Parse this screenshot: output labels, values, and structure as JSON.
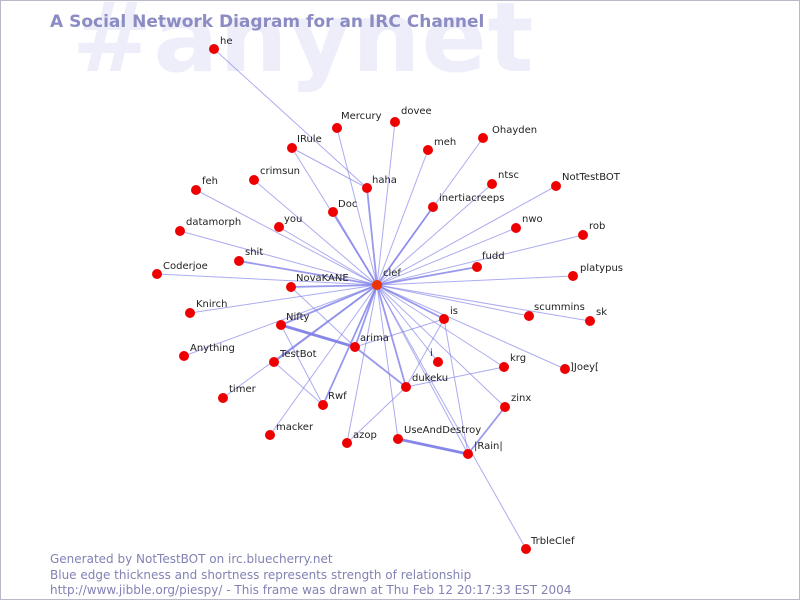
{
  "watermark": "#anynet",
  "title": "A Social Network Diagram for an IRC Channel",
  "footer": {
    "line1": "Generated by NotTestBOT on irc.bluecherry.net",
    "line2": "Blue edge thickness and shortness represents strength of relationship",
    "line3": "http://www.jibble.org/piespy/ - This frame was drawn at Thu Feb 12 20:17:33 EST 2004"
  },
  "colors": {
    "node": "#ee0000",
    "hub_node": "#ee3300",
    "edge": "#8080e8",
    "label": "#222222"
  },
  "nodes": [
    {
      "id": "clef",
      "label": "clef"
    },
    {
      "id": "he",
      "label": "he"
    },
    {
      "id": "Mercury",
      "label": "Mercury"
    },
    {
      "id": "dovee",
      "label": "dovee"
    },
    {
      "id": "IRule",
      "label": "IRule"
    },
    {
      "id": "meh",
      "label": "meh"
    },
    {
      "id": "Ohayden",
      "label": "Ohayden"
    },
    {
      "id": "crimsun",
      "label": "crimsun"
    },
    {
      "id": "haha",
      "label": "haha"
    },
    {
      "id": "ntsc",
      "label": "ntsc"
    },
    {
      "id": "NotTestBOT",
      "label": "NotTestBOT"
    },
    {
      "id": "feh",
      "label": "feh"
    },
    {
      "id": "Doc",
      "label": "Doc"
    },
    {
      "id": "inertiacreeps",
      "label": "inertiacreeps"
    },
    {
      "id": "datamorph",
      "label": "datamorph"
    },
    {
      "id": "you",
      "label": "you"
    },
    {
      "id": "nwo",
      "label": "nwo"
    },
    {
      "id": "rob",
      "label": "rob"
    },
    {
      "id": "shit",
      "label": "shit"
    },
    {
      "id": "fudd",
      "label": "fudd"
    },
    {
      "id": "Coderjoe",
      "label": "Coderjoe"
    },
    {
      "id": "platypus",
      "label": "platypus"
    },
    {
      "id": "NovaKANE",
      "label": "NovaKANE"
    },
    {
      "id": "Knirch",
      "label": "Knirch"
    },
    {
      "id": "scummins",
      "label": "scummins"
    },
    {
      "id": "sk",
      "label": "sk"
    },
    {
      "id": "is",
      "label": "is"
    },
    {
      "id": "Nifty",
      "label": "Nifty"
    },
    {
      "id": "arima",
      "label": "arima"
    },
    {
      "id": "Anything",
      "label": "Anything"
    },
    {
      "id": "TestBot",
      "label": "TestBot"
    },
    {
      "id": "i",
      "label": "i"
    },
    {
      "id": "krg",
      "label": "krg"
    },
    {
      "id": "Joey",
      "label": "]Joey["
    },
    {
      "id": "dukeku",
      "label": "dukeku"
    },
    {
      "id": "timer",
      "label": "timer"
    },
    {
      "id": "Rwf",
      "label": "Rwf"
    },
    {
      "id": "zinx",
      "label": "zinx"
    },
    {
      "id": "macker",
      "label": "macker"
    },
    {
      "id": "azop",
      "label": "azop"
    },
    {
      "id": "UseAndDestroy",
      "label": "UseAndDestroy"
    },
    {
      "id": "Rain",
      "label": "|Rain|"
    },
    {
      "id": "TrbleClef",
      "label": "TrbleClef"
    }
  ],
  "edges": [
    {
      "from": "he",
      "to": "haha",
      "weight": 1
    },
    {
      "from": "IRule",
      "to": "clef",
      "weight": 1
    },
    {
      "from": "IRule",
      "to": "haha",
      "weight": 1
    },
    {
      "from": "Mercury",
      "to": "clef",
      "weight": 1
    },
    {
      "from": "dovee",
      "to": "clef",
      "weight": 1
    },
    {
      "from": "meh",
      "to": "clef",
      "weight": 1
    },
    {
      "from": "Ohayden",
      "to": "clef",
      "weight": 1
    },
    {
      "from": "crimsun",
      "to": "clef",
      "weight": 1
    },
    {
      "from": "haha",
      "to": "clef",
      "weight": 2
    },
    {
      "from": "ntsc",
      "to": "clef",
      "weight": 1
    },
    {
      "from": "NotTestBOT",
      "to": "clef",
      "weight": 1
    },
    {
      "from": "feh",
      "to": "clef",
      "weight": 1
    },
    {
      "from": "Doc",
      "to": "clef",
      "weight": 2
    },
    {
      "from": "inertiacreeps",
      "to": "clef",
      "weight": 2
    },
    {
      "from": "datamorph",
      "to": "clef",
      "weight": 1
    },
    {
      "from": "you",
      "to": "clef",
      "weight": 1
    },
    {
      "from": "nwo",
      "to": "clef",
      "weight": 1
    },
    {
      "from": "rob",
      "to": "clef",
      "weight": 1
    },
    {
      "from": "shit",
      "to": "clef",
      "weight": 2
    },
    {
      "from": "fudd",
      "to": "clef",
      "weight": 2
    },
    {
      "from": "Coderjoe",
      "to": "clef",
      "weight": 1
    },
    {
      "from": "platypus",
      "to": "clef",
      "weight": 1
    },
    {
      "from": "NovaKANE",
      "to": "clef",
      "weight": 2
    },
    {
      "from": "Knirch",
      "to": "clef",
      "weight": 1
    },
    {
      "from": "scummins",
      "to": "clef",
      "weight": 1
    },
    {
      "from": "sk",
      "to": "clef",
      "weight": 1
    },
    {
      "from": "is",
      "to": "clef",
      "weight": 2
    },
    {
      "from": "Nifty",
      "to": "clef",
      "weight": 2
    },
    {
      "from": "Nifty",
      "to": "arima",
      "weight": 3
    },
    {
      "from": "Nifty",
      "to": "Rwf",
      "weight": 1
    },
    {
      "from": "arima",
      "to": "clef",
      "weight": 2
    },
    {
      "from": "arima",
      "to": "is",
      "weight": 1
    },
    {
      "from": "arima",
      "to": "dukeku",
      "weight": 2
    },
    {
      "from": "arima",
      "to": "NovaKANE",
      "weight": 1
    },
    {
      "from": "Anything",
      "to": "clef",
      "weight": 1
    },
    {
      "from": "TestBot",
      "to": "clef",
      "weight": 2
    },
    {
      "from": "TestBot",
      "to": "Rwf",
      "weight": 1
    },
    {
      "from": "i",
      "to": "clef",
      "weight": 1
    },
    {
      "from": "krg",
      "to": "clef",
      "weight": 1
    },
    {
      "from": "Joey",
      "to": "clef",
      "weight": 1
    },
    {
      "from": "dukeku",
      "to": "clef",
      "weight": 2
    },
    {
      "from": "dukeku",
      "to": "is",
      "weight": 1
    },
    {
      "from": "dukeku",
      "to": "krg",
      "weight": 1
    },
    {
      "from": "timer",
      "to": "clef",
      "weight": 1
    },
    {
      "from": "Rwf",
      "to": "clef",
      "weight": 2
    },
    {
      "from": "zinx",
      "to": "clef",
      "weight": 1
    },
    {
      "from": "zinx",
      "to": "Rain",
      "weight": 2
    },
    {
      "from": "macker",
      "to": "clef",
      "weight": 1
    },
    {
      "from": "azop",
      "to": "clef",
      "weight": 1
    },
    {
      "from": "azop",
      "to": "dukeku",
      "weight": 1
    },
    {
      "from": "UseAndDestroy",
      "to": "clef",
      "weight": 1
    },
    {
      "from": "UseAndDestroy",
      "to": "Rain",
      "weight": 3
    },
    {
      "from": "Rain",
      "to": "clef",
      "weight": 1
    },
    {
      "from": "Rain",
      "to": "is",
      "weight": 1
    },
    {
      "from": "TrbleClef",
      "to": "clef",
      "weight": 1
    }
  ]
}
